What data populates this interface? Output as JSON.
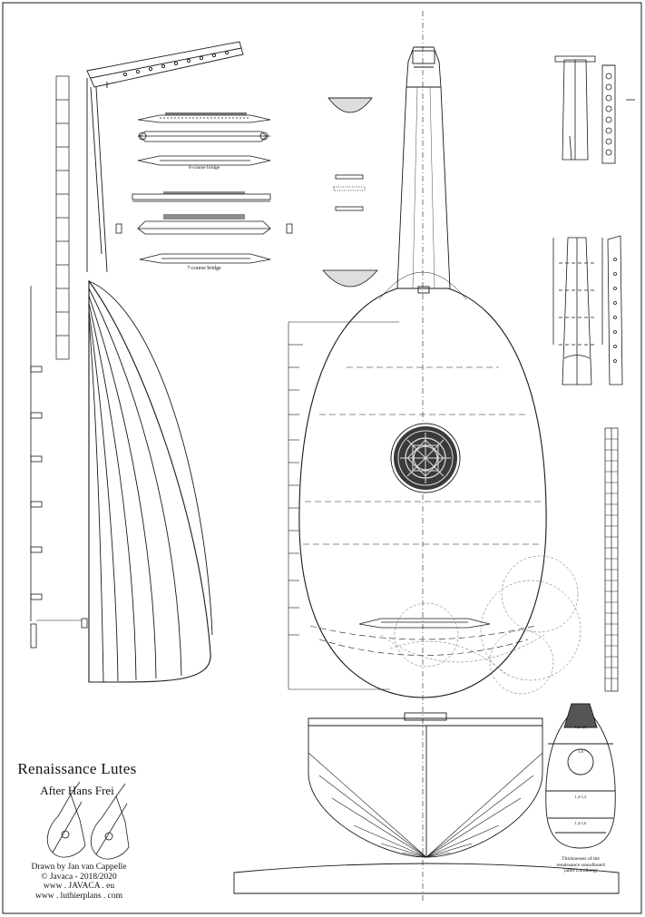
{
  "title": {
    "main": "Renaissance Lutes",
    "subtitle": "After Hans Frei"
  },
  "credits": {
    "drawn_by": "Drawn by Jan van Cappelle",
    "copyright": "© Javaca - 2018/2020",
    "site1": "www . JAVACA . eu",
    "site2": "www . luthierplans . com"
  },
  "labels": {
    "six_course_bridge": "6-course bridge",
    "seven_course_bridge": "7-course bridge",
    "thickness_caption_1": "Thicknesses of the",
    "thickness_caption_2": "renaissance soundboard",
    "thickness_caption_3": "(after Lundberg)"
  },
  "thickness_values": [
    "1,2-1,5",
    "1,6",
    "1,4-1,5",
    "1,4-1,6"
  ],
  "colors": {
    "line": "#1a1a1a",
    "hidden": "#888888",
    "rose_fill": "#2b2b2b"
  }
}
